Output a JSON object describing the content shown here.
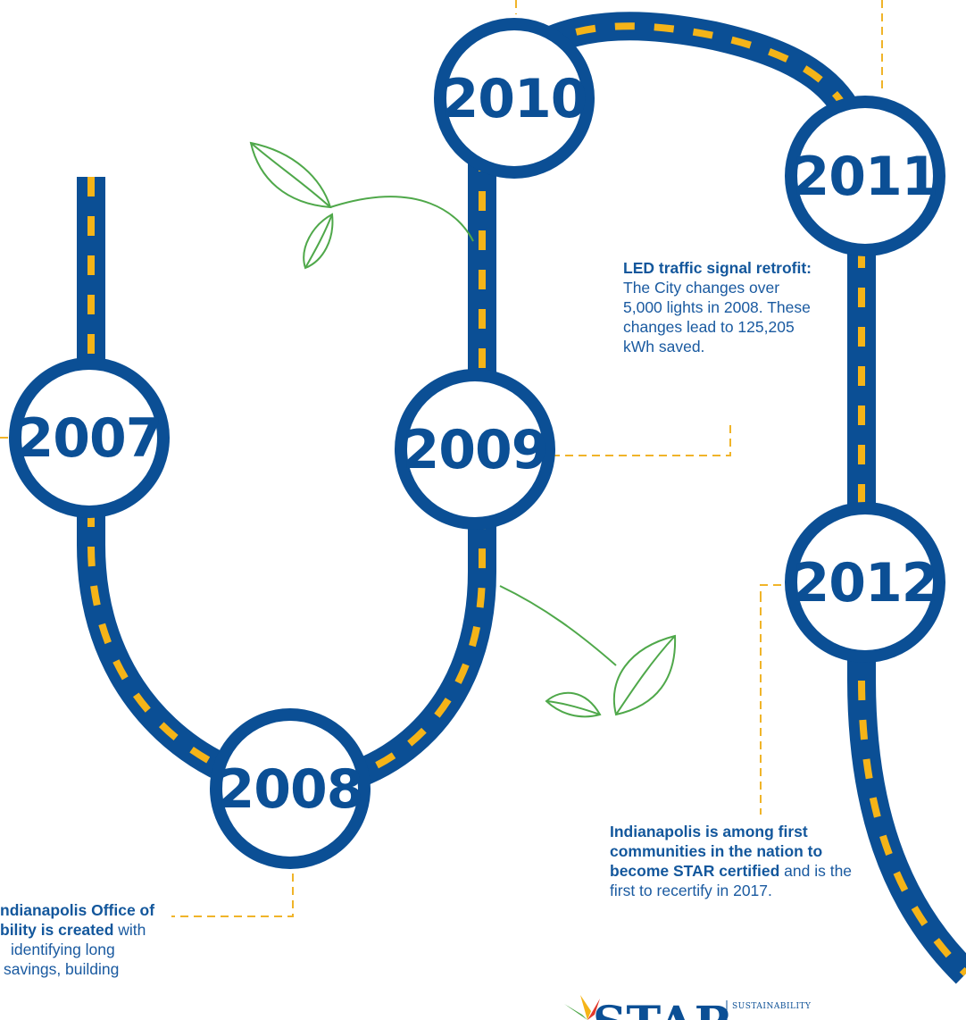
{
  "timeline": {
    "years": [
      "2007",
      "2008",
      "2009",
      "2010",
      "2011",
      "2012"
    ]
  },
  "notes": {
    "led": {
      "bold": "LED traffic signal retrofit:",
      "text": " The City changes over 5,000 lights in 2008. These changes lead to 125,205 kWh saved."
    },
    "star": {
      "bold": "Indianapolis is among first communities in the nation to become STAR certified",
      "text": " and is the first to recertify in 2017."
    },
    "office": {
      "line1_bold": "ndianapolis Office of",
      "line2_bold": "bility is created",
      "line2_text": " with",
      "line3_text": "identifying long",
      "line4_text": "savings, building"
    }
  },
  "logo": {
    "star_word": "STAR",
    "star_sub": "SUSTAINABILITY"
  },
  "colors": {
    "road": "#0b4f95",
    "dash": "#f5b418",
    "connector": "#f0b429",
    "leaf": "#4fa84a"
  }
}
